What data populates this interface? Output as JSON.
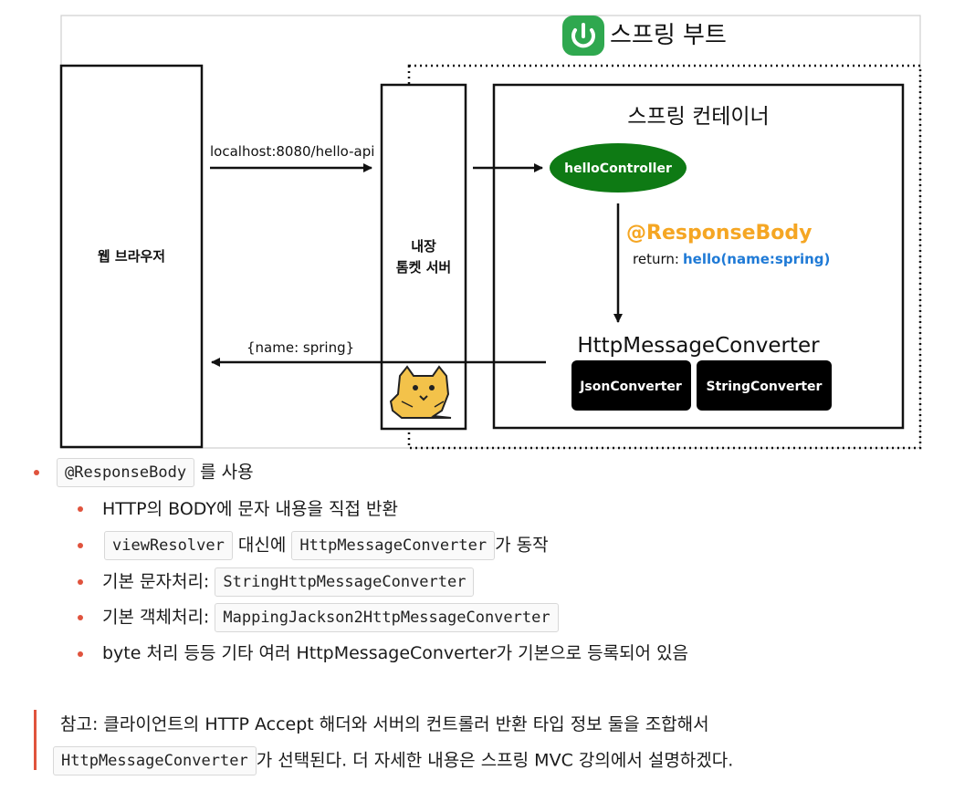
{
  "diagram": {
    "title": "스프링 부트",
    "browser_label": "웹 브라우저",
    "tomcat_label_line1": "내장",
    "tomcat_label_line2": "톰켓 서버",
    "container_title": "스프링 컨테이너",
    "request_url": "localhost:8080/hello-api",
    "controller": "helloController",
    "annotation": "@ResponseBody",
    "return_prefix": "return:",
    "return_value": "hello(name:spring)",
    "converter_title": "HttpMessageConverter",
    "converter_1": "JsonConverter",
    "converter_2": "StringConverter",
    "response_body": "{name: spring}",
    "colors": {
      "spring_green": "#2fa84f",
      "controller_green": "#0e7a14",
      "annotation_orange": "#f5a623",
      "return_blue": "#1f7ad6",
      "bullet_red": "#e0533d"
    },
    "icons": [
      "spring-power-icon",
      "tomcat-icon"
    ]
  },
  "bullets": {
    "b1_code": "@ResponseBody",
    "b1_text": "를 사용",
    "s1_text": "HTTP의 BODY에 문자 내용을 직접 반환",
    "s2_code1": "viewResolver",
    "s2_mid": "대신에",
    "s2_code2": "HttpMessageConverter",
    "s2_tail": "가 동작",
    "s3_text": "기본 문자처리:",
    "s3_code": "StringHttpMessageConverter",
    "s4_text": "기본 객체처리:",
    "s4_code": "MappingJackson2HttpMessageConverter",
    "s5_text": "byte 처리 등등 기타 여러 HttpMessageConverter가 기본으로 등록되어 있음"
  },
  "note": {
    "line1": "참고: 클라이언트의 HTTP Accept 해더와 서버의 컨트롤러 반환 타입 정보 둘을 조합해서",
    "line2_code": "HttpMessageConverter",
    "line2_text": "가 선택된다. 더 자세한 내용은 스프링 MVC 강의에서 설명하겠다."
  }
}
